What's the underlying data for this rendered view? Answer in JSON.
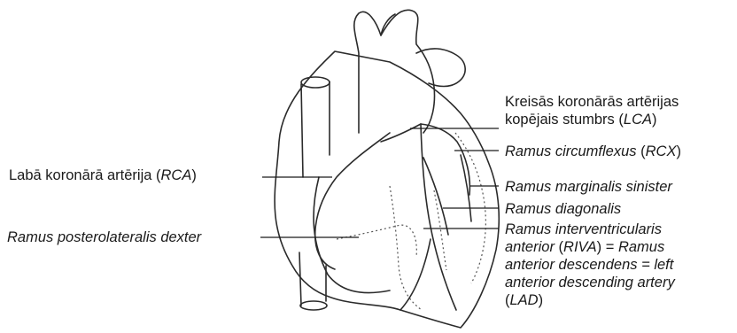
{
  "labels": {
    "lca": {
      "line1": "Kreisās koronārās artērijas",
      "line2_pre": "kopējais stumbrs (",
      "line2_abbr": "LCA",
      "line2_post": ")"
    },
    "rcx": {
      "name": "Ramus circumflexus",
      "pre": " (",
      "abbr": "RCX",
      "post": ")"
    },
    "rca": {
      "pre": "Labā koronārā artērija (",
      "abbr": "RCA",
      "post": ")"
    },
    "rms": {
      "name": "Ramus marginalis sinister"
    },
    "rd": {
      "name": "Ramus diagonalis"
    },
    "rpld": {
      "name": "Ramus posterolateralis dexter"
    },
    "riva": {
      "line1": "Ramus interventricularis",
      "line2_name": "anterior",
      "line2_pre": " (",
      "line2_abbr": "RIVA",
      "line2_post": ") = ",
      "line2_tail": "Ramus",
      "line3": "anterior descendens = left",
      "line4": "anterior descending artery",
      "line5_pre": "(",
      "line5_abbr": "LAD",
      "line5_post": ")"
    }
  }
}
